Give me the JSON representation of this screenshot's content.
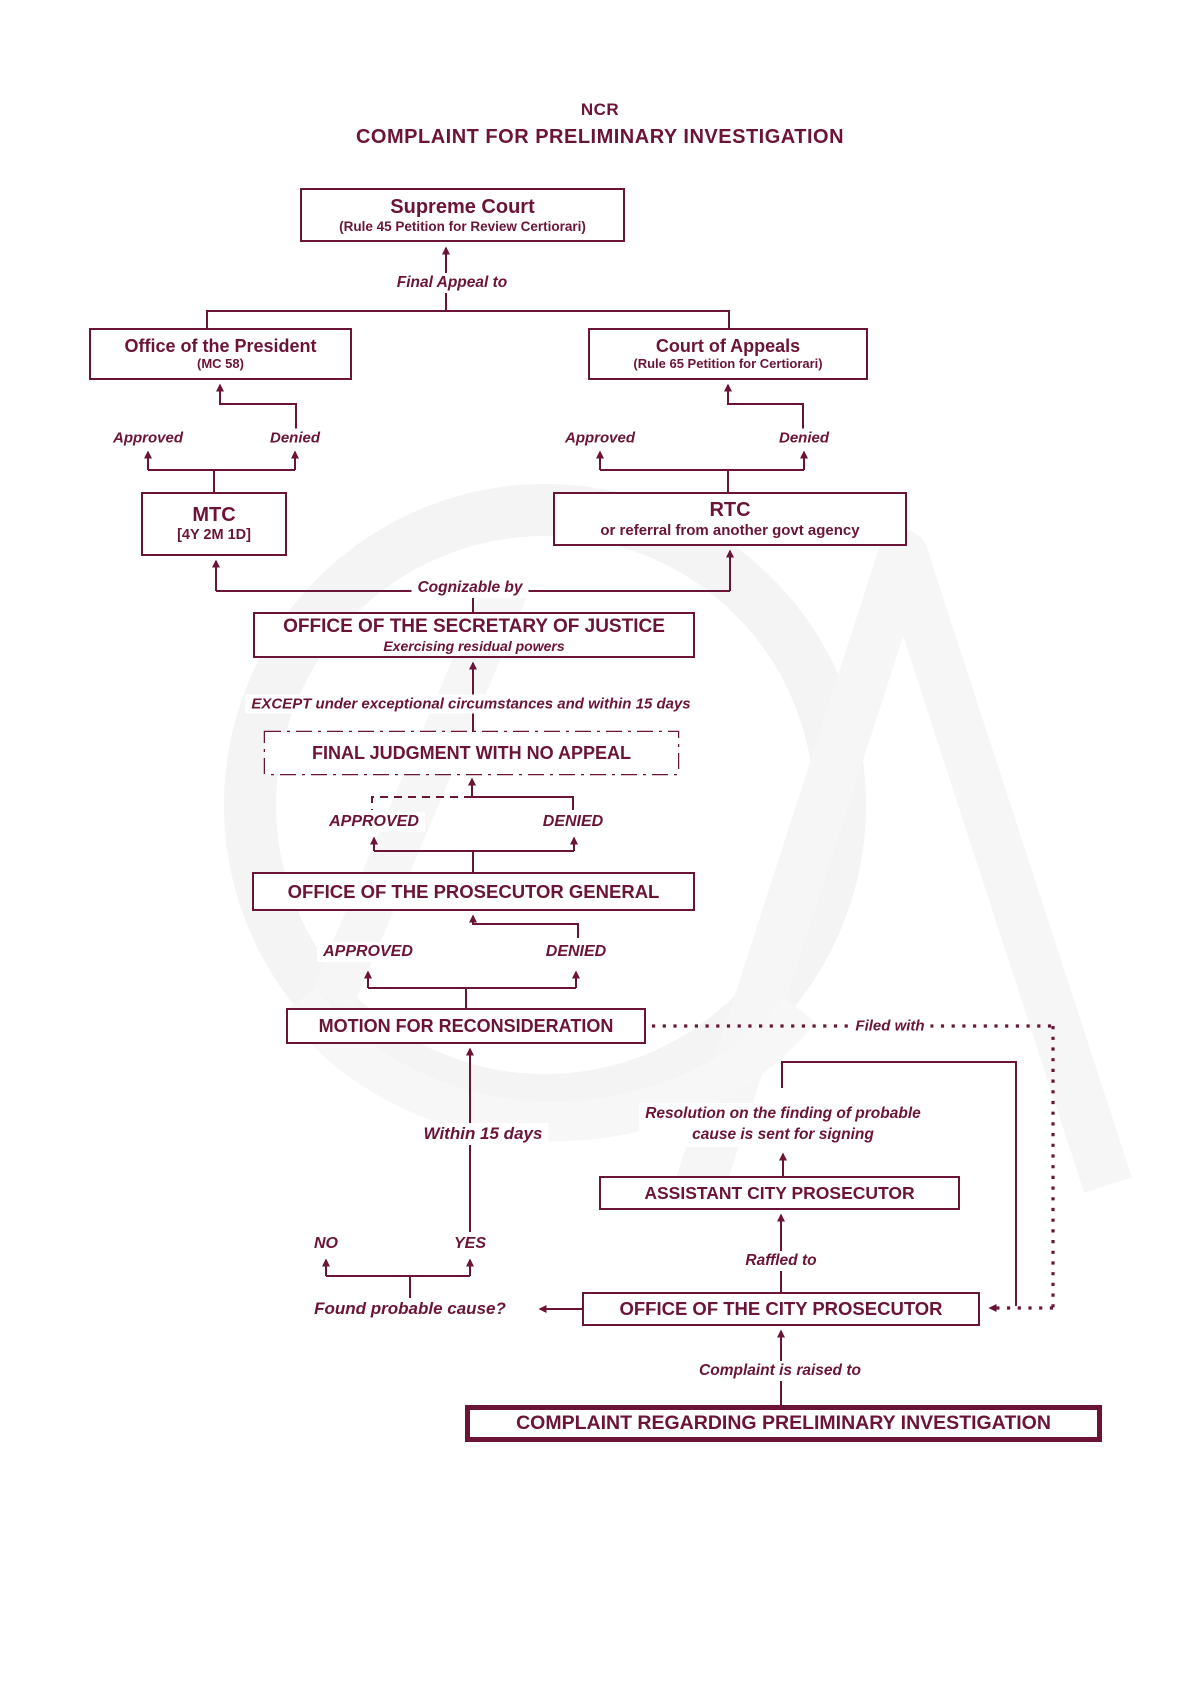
{
  "title": {
    "line1": "NCR",
    "line2": "COMPLAINT FOR PRELIMINARY INVESTIGATION"
  },
  "colors": {
    "accent": "#6b1437"
  },
  "nodes": {
    "supreme_court": {
      "title": "Supreme Court",
      "subtitle": "(Rule 45 Petition for Review Certiorari)"
    },
    "office_president": {
      "title": "Office of the President",
      "subtitle": "(MC 58)"
    },
    "court_appeals": {
      "title": "Court of Appeals",
      "subtitle": "(Rule 65 Petition for Certiorari)"
    },
    "mtc": {
      "title": "MTC",
      "subtitle": "[4Y 2M 1D]"
    },
    "rtc": {
      "title": "RTC",
      "subtitle": "or referral from another govt agency"
    },
    "secretary_justice": {
      "title": "OFFICE OF THE SECRETARY OF JUSTICE",
      "subtitle": "Exercising residual powers"
    },
    "final_judgment": {
      "title": "FINAL JUDGMENT WITH NO APPEAL"
    },
    "prosecutor_general": {
      "title": "OFFICE OF THE PROSECUTOR GENERAL"
    },
    "motion_reconsideration": {
      "title": "MOTION FOR RECONSIDERATION"
    },
    "assistant_city_prosecutor": {
      "title": "ASSISTANT CITY PROSECUTOR"
    },
    "office_city_prosecutor": {
      "title": "OFFICE OF THE CITY PROSECUTOR"
    },
    "complaint": {
      "title": "COMPLAINT REGARDING PRELIMINARY INVESTIGATION"
    }
  },
  "labels": {
    "final_appeal_to": "Final Appeal to",
    "approved_op": "Approved",
    "denied_op": "Denied",
    "approved_ca": "Approved",
    "denied_ca": "Denied",
    "cognizable_by": "Cognizable by",
    "except_note": "EXCEPT under exceptional circumstances and within 15 days",
    "approved_fj": "APPROVED",
    "denied_fj": "DENIED",
    "approved_pg": "APPROVED",
    "denied_pg": "DENIED",
    "filed_with": "Filed with",
    "within_15_days": "Within 15 days",
    "no": "NO",
    "yes": "YES",
    "found_probable_cause": "Found probable cause?",
    "resolution_line1": "Resolution on the finding of probable",
    "resolution_line2": "cause is sent for signing",
    "raffled_to": "Raffled to",
    "complaint_raised": "Complaint is raised to"
  }
}
